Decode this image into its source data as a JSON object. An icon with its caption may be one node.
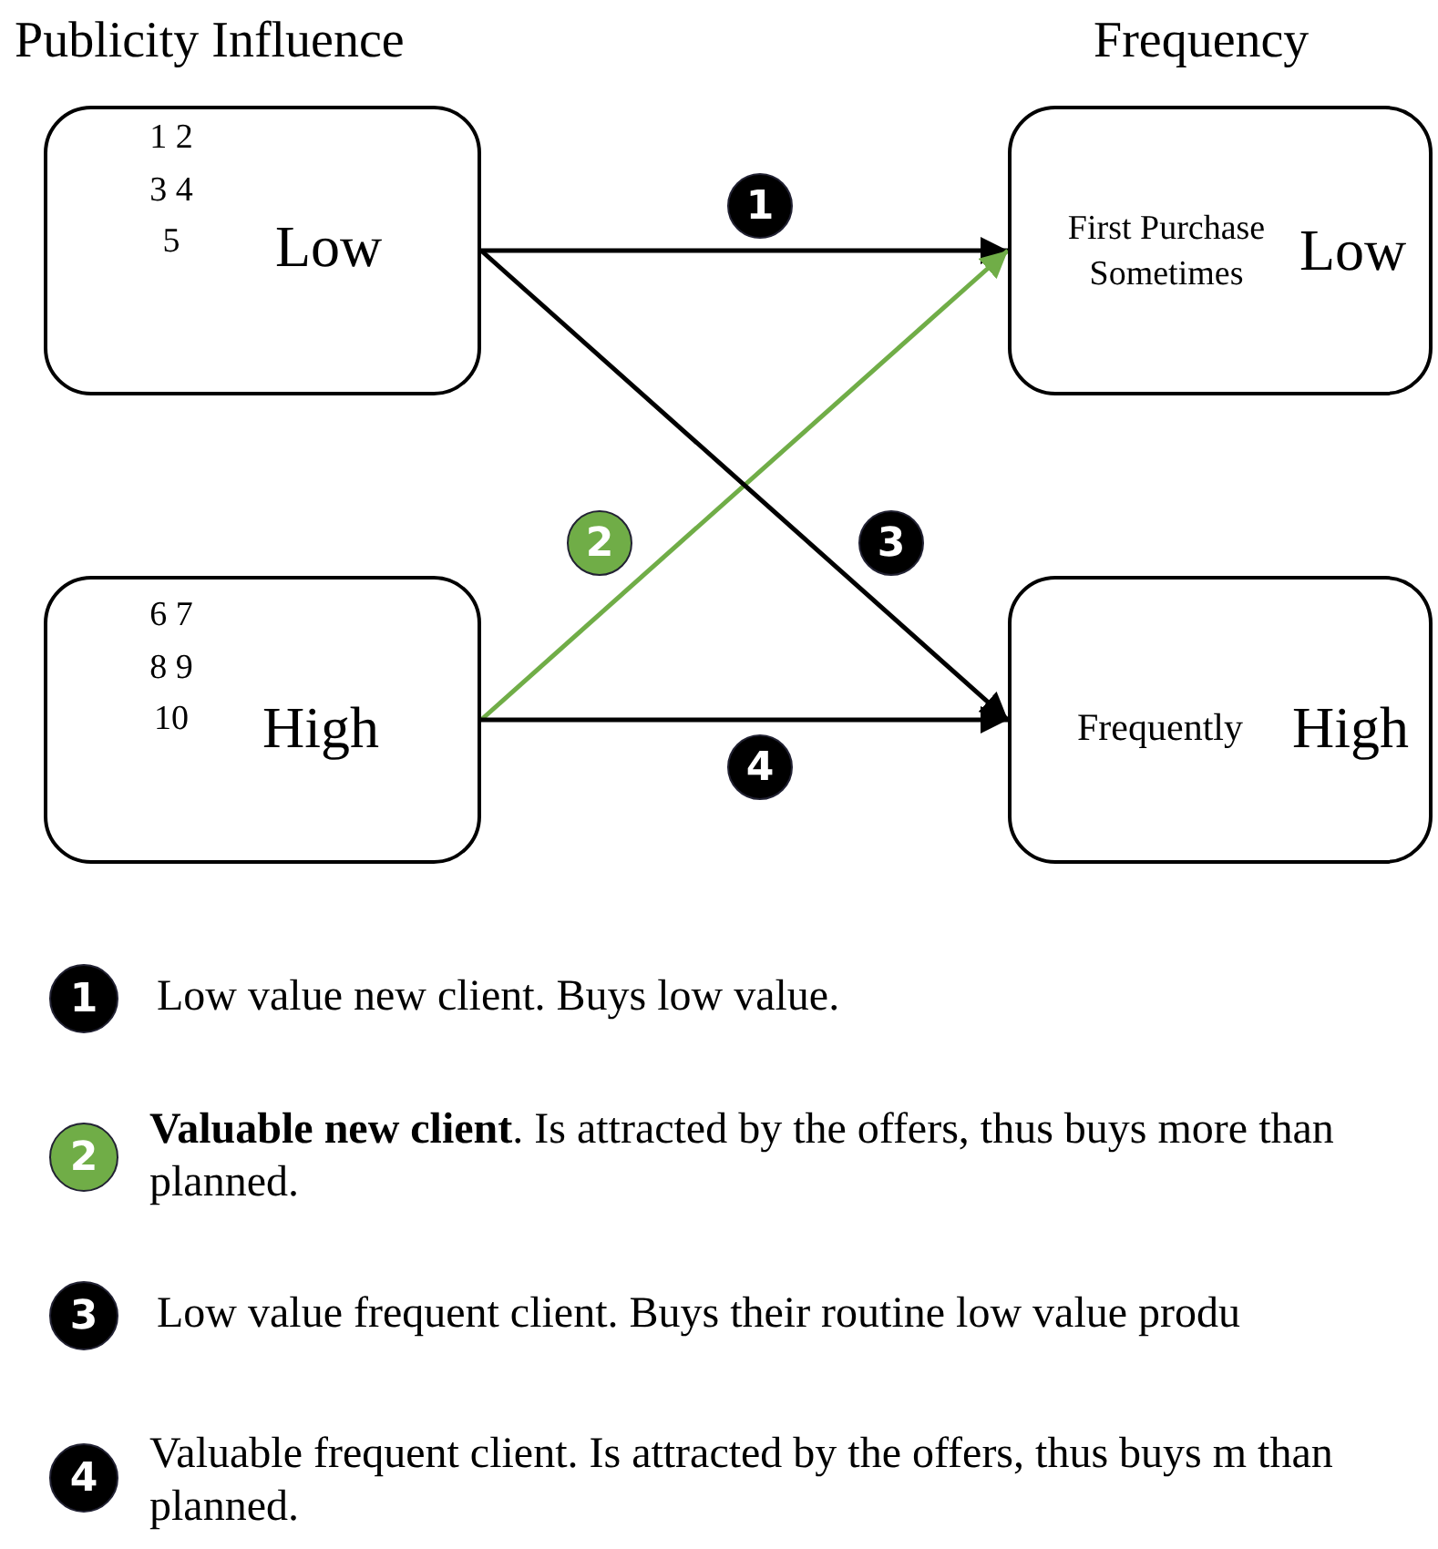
{
  "diagram": {
    "nodes": [
      {
        "text": [
          "1 2 3 4 5",
          "Low"
        ]
      },
      {
        "text": [
          "6 7 8 9 10",
          "High"
        ]
      },
      {
        "text": [
          "First Purchase Sometimes",
          "Low"
        ]
      },
      {
        "text": [
          "Frequently",
          "High"
        ]
      }
    ],
    "edges": [
      {
        "from": 0,
        "to": 2,
        "arrow": "to",
        "label": "1"
      },
      {
        "from": 1,
        "to": 2,
        "arrow": "to",
        "label": "2",
        "color": "#70ad47"
      },
      {
        "from": 0,
        "to": 3,
        "arrow": "to",
        "label": "3"
      },
      {
        "from": 1,
        "to": 3,
        "arrow": "to",
        "label": "4"
      }
    ],
    "labels": [
      "Publicity Influence",
      "Frequency",
      "1",
      "Low value new client. Buys low value.",
      "2",
      "**Valuable new client**. Is attracted by the offers, thus buys more than planned.",
      "3",
      "Low value frequent client. Buys their routine low value produ",
      "4",
      "Valuable frequent client. Is attracted by the offers, thus buys m than planned."
    ]
  }
}
